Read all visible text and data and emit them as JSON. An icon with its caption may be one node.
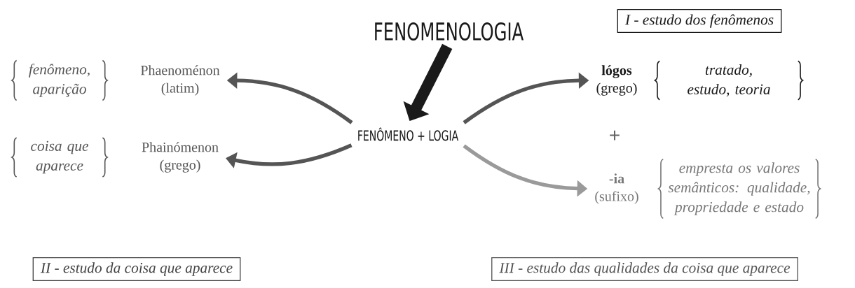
{
  "diagram": {
    "nodes": [
      {
        "text": [
          "FENOMENOLOGIA"
        ]
      },
      {
        "text": [
          "FENÔMENO + LOGIA"
        ]
      },
      {
        "text": [
          "Phaenoménon",
          "(latim)"
        ],
        "beside": [
          "fenômeno, aparição"
        ]
      },
      {
        "text": [
          "Phainómenon",
          "(grego)"
        ],
        "beside": [
          "coisa que aparece"
        ]
      },
      {
        "text": [
          "lógos",
          "(grego)"
        ],
        "beside": [
          "tratado, estudo, teoria"
        ]
      },
      {
        "text": [
          "-ia",
          "(sufixo)"
        ],
        "beside": [
          "empresta os valores semânticos: qualidade, propriedade e estado"
        ]
      },
      {
        "text": [
          "I - estudo dos fenômenos"
        ]
      },
      {
        "text": [
          "II - estudo da coisa que aparece"
        ]
      },
      {
        "text": [
          "III - estudo das qualidades da coisa que aparece"
        ]
      }
    ],
    "edges": [
      {
        "from": 0,
        "to": 1,
        "arrow": "to",
        "style": "thick",
        "color": "#1a1a1a"
      },
      {
        "from": 1,
        "to": 2,
        "arrow": "to"
      },
      {
        "from": 1,
        "to": 3,
        "arrow": "to"
      },
      {
        "from": 1,
        "to": 4,
        "arrow": "to"
      },
      {
        "from": 1,
        "to": 5,
        "arrow": "to",
        "color": "#9a9a9a"
      }
    ],
    "labels": [
      "+"
    ]
  }
}
